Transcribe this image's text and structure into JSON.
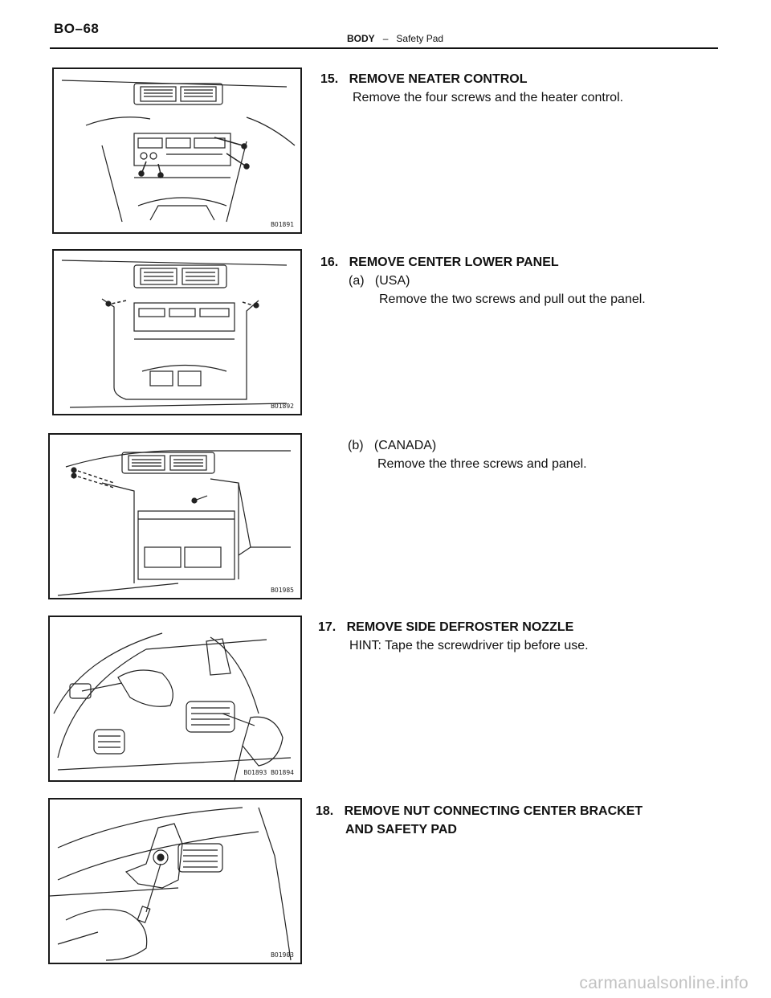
{
  "page_code": "BO–68",
  "running_head": {
    "section": "BODY",
    "separator": "–",
    "topic": "Safety Pad"
  },
  "figures": [
    {
      "code": "BO1891"
    },
    {
      "code": "BO1892"
    },
    {
      "code": "BO1985"
    },
    {
      "code": "BO1893 BO1894"
    },
    {
      "code": "BO1903"
    }
  ],
  "steps": [
    {
      "number": "15.",
      "title": "REMOVE NEATER CONTROL",
      "text": "Remove the four screws and the heater control."
    },
    {
      "number": "16.",
      "title": "REMOVE CENTER LOWER PANEL",
      "sub_a_label": "(a)",
      "sub_a_title": "(USA)",
      "sub_a_text": "Remove the two screws and pull out the panel.",
      "sub_b_label": "(b)",
      "sub_b_title": "(CANADA)",
      "sub_b_text": "Remove the three screws and panel."
    },
    {
      "number": "17.",
      "title": "REMOVE SIDE DEFROSTER NOZZLE",
      "text": "HINT: Tape the screwdriver tip before use."
    },
    {
      "number": "18.",
      "title_line1": "REMOVE NUT CONNECTING CENTER BRACKET",
      "title_line2": "AND SAFETY PAD"
    }
  ],
  "watermark": "carmanualsonline.info"
}
